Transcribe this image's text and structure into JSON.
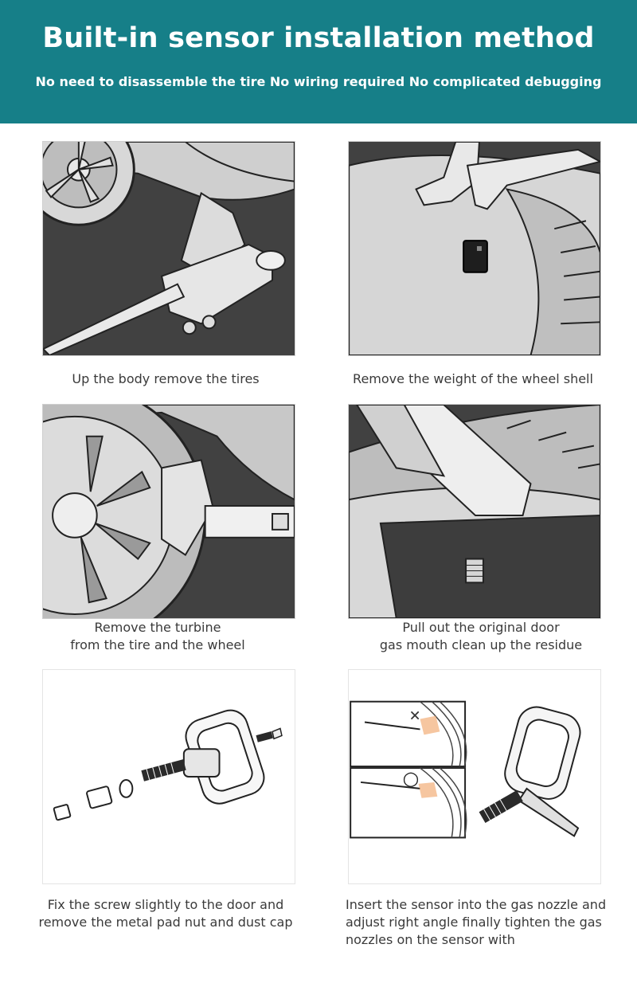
{
  "header": {
    "title": "Built-in sensor installation method",
    "subtitle": "No need to disassemble the tire No wiring required No complicated debugging"
  },
  "steps": [
    {
      "caption": [
        "Up the body remove the tires"
      ]
    },
    {
      "caption": [
        "Remove the weight of the wheel shell"
      ]
    },
    {
      "caption": [
        "Remove the turbine",
        "from the tire and the wheel"
      ]
    },
    {
      "caption": [
        "Pull out the original door",
        "gas mouth clean up the residue"
      ]
    },
    {
      "caption": [
        "Fix the screw slightly to the door and",
        "remove the metal pad nut and dust cap"
      ]
    },
    {
      "caption": [
        "Insert the sensor into the gas nozzle and",
        "adjust right angle finally tighten the gas",
        "nozzles on the sensor with"
      ]
    }
  ],
  "diagram_marks": {
    "wrong": "✕",
    "correct": "○"
  },
  "colors": {
    "header_bg": "#167f88",
    "illustration_dark": "#414141",
    "illustration_light": "#cccccc",
    "accent_orange": "#f0a060"
  }
}
